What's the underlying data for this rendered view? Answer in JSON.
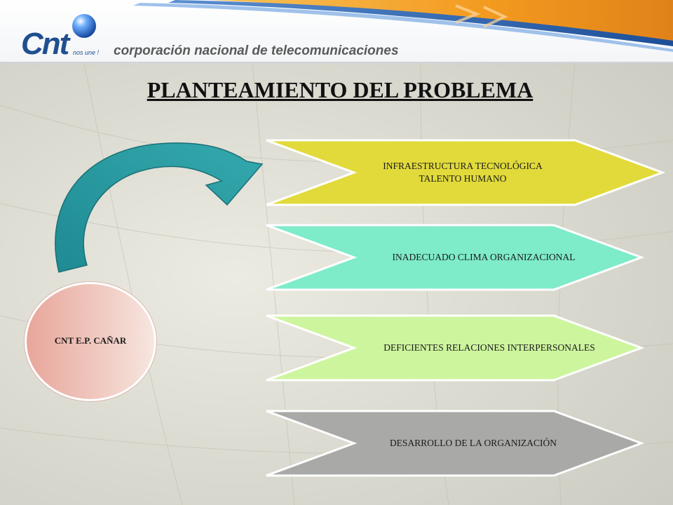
{
  "header": {
    "logo_text": "Cnt",
    "logo_slogan": "nos une !",
    "company_name": "corporación nacional de telecomunicaciones"
  },
  "title": "PLANTEAMIENTO DEL PROBLEMA",
  "origin": {
    "label": "CNT E.P. CAÑAR",
    "color": "#ebb1a6"
  },
  "problems": [
    {
      "line1": "INFRAESTRUCTURA TECNOLÓGICA",
      "line2": "TALENTO HUMANO",
      "color": "#e1da3a"
    },
    {
      "line1": "INADECUADO CLIMA ORGANIZACIONAL",
      "color": "#7eebc9"
    },
    {
      "line1": "DEFICIENTES RELACIONES INTERPERSONALES",
      "color": "#cdf59e"
    },
    {
      "line1": "DESARROLLO DE LA ORGANIZACIÓN",
      "color": "#a9a9a7"
    }
  ],
  "colors": {
    "arrow": "#2a9aa0",
    "title": "#111111",
    "brand_blue": "#1f4f8f",
    "brand_orange": "#f39a1f"
  },
  "icons": [
    "cnt-logo-icon",
    "curved-arrow-icon"
  ]
}
